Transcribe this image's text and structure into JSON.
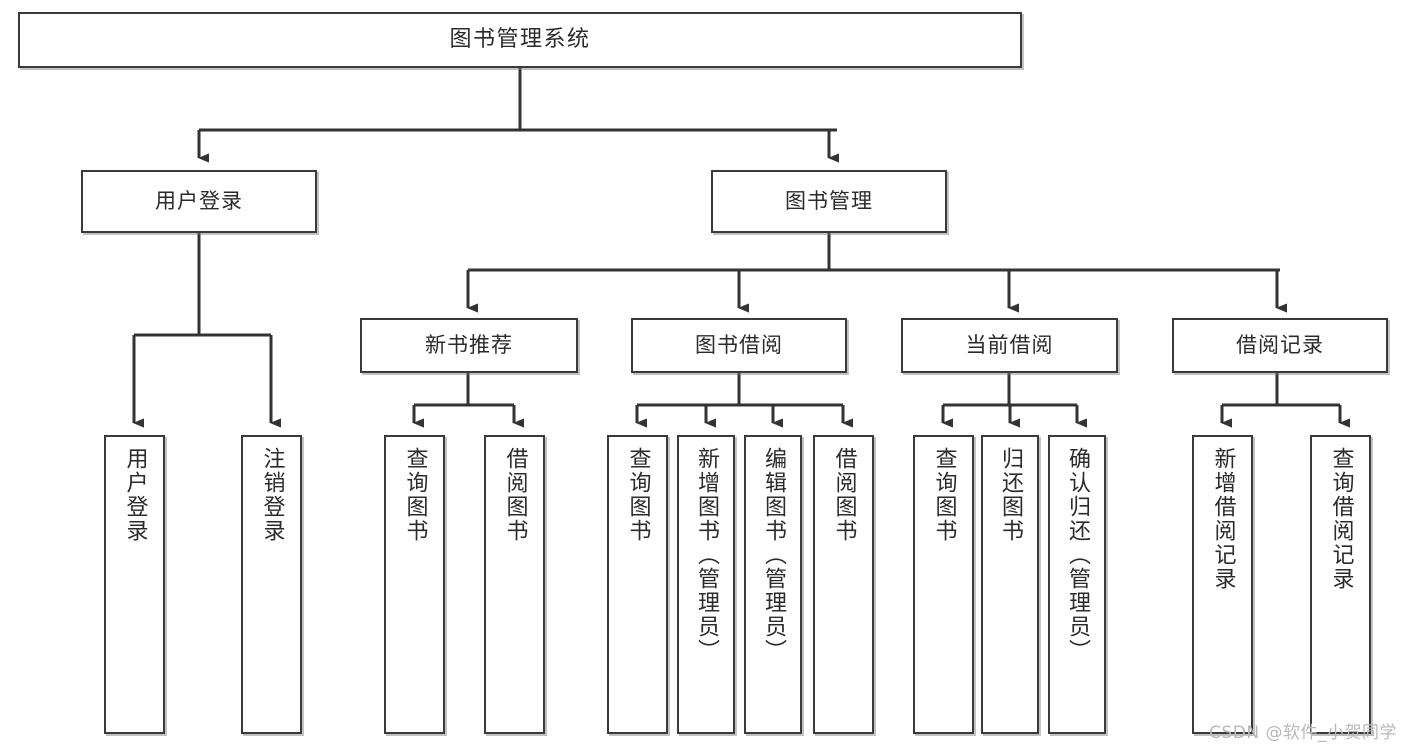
{
  "diagram": {
    "type": "tree-hierarchy",
    "title": "图书管理系统",
    "watermark": "CSDN @软件_小贺同学",
    "colors": {
      "border": "#3a3a3a",
      "text": "#2b2b2b",
      "background": "#ffffff",
      "connector": "#333333",
      "watermark": "#b8b8b8"
    },
    "levels": {
      "level0": "系统",
      "level1": "模块",
      "level2": "子模块",
      "level3": "功能项"
    }
  },
  "nodes": {
    "root": {
      "label": "图书管理系统"
    },
    "level1": [
      {
        "id": "user-login",
        "label": "用户登录"
      },
      {
        "id": "book-manage",
        "label": "图书管理"
      }
    ],
    "level2": [
      {
        "id": "new-book-rec",
        "label": "新书推荐",
        "parent": "book-manage"
      },
      {
        "id": "book-borrow",
        "label": "图书借阅",
        "parent": "book-manage"
      },
      {
        "id": "current-borrow",
        "label": "当前借阅",
        "parent": "book-manage"
      },
      {
        "id": "borrow-record",
        "label": "借阅记录",
        "parent": "book-manage"
      }
    ],
    "leaves": [
      {
        "id": "leaf-user-login",
        "label": "用户登录",
        "parent": "user-login"
      },
      {
        "id": "leaf-logout-login",
        "label": "注销登录",
        "parent": "user-login"
      },
      {
        "id": "leaf-query-book-1",
        "label": "查询图书",
        "parent": "new-book-rec"
      },
      {
        "id": "leaf-borrow-book-1",
        "label": "借阅图书",
        "parent": "new-book-rec"
      },
      {
        "id": "leaf-query-book-2",
        "label": "查询图书",
        "parent": "book-borrow"
      },
      {
        "id": "leaf-add-book",
        "label": "新增图书（管理员）",
        "parent": "book-borrow"
      },
      {
        "id": "leaf-edit-book",
        "label": "编辑图书（管理员）",
        "parent": "book-borrow"
      },
      {
        "id": "leaf-borrow-book-2",
        "label": "借阅图书",
        "parent": "book-borrow"
      },
      {
        "id": "leaf-query-book-3",
        "label": "查询图书",
        "parent": "current-borrow"
      },
      {
        "id": "leaf-return-book",
        "label": "归还图书",
        "parent": "current-borrow"
      },
      {
        "id": "leaf-confirm-return",
        "label": "确认归还（管理员）",
        "parent": "current-borrow"
      },
      {
        "id": "leaf-add-record",
        "label": "新增借阅记录",
        "parent": "borrow-record"
      },
      {
        "id": "leaf-query-record",
        "label": "查询借阅记录",
        "parent": "borrow-record"
      }
    ]
  }
}
